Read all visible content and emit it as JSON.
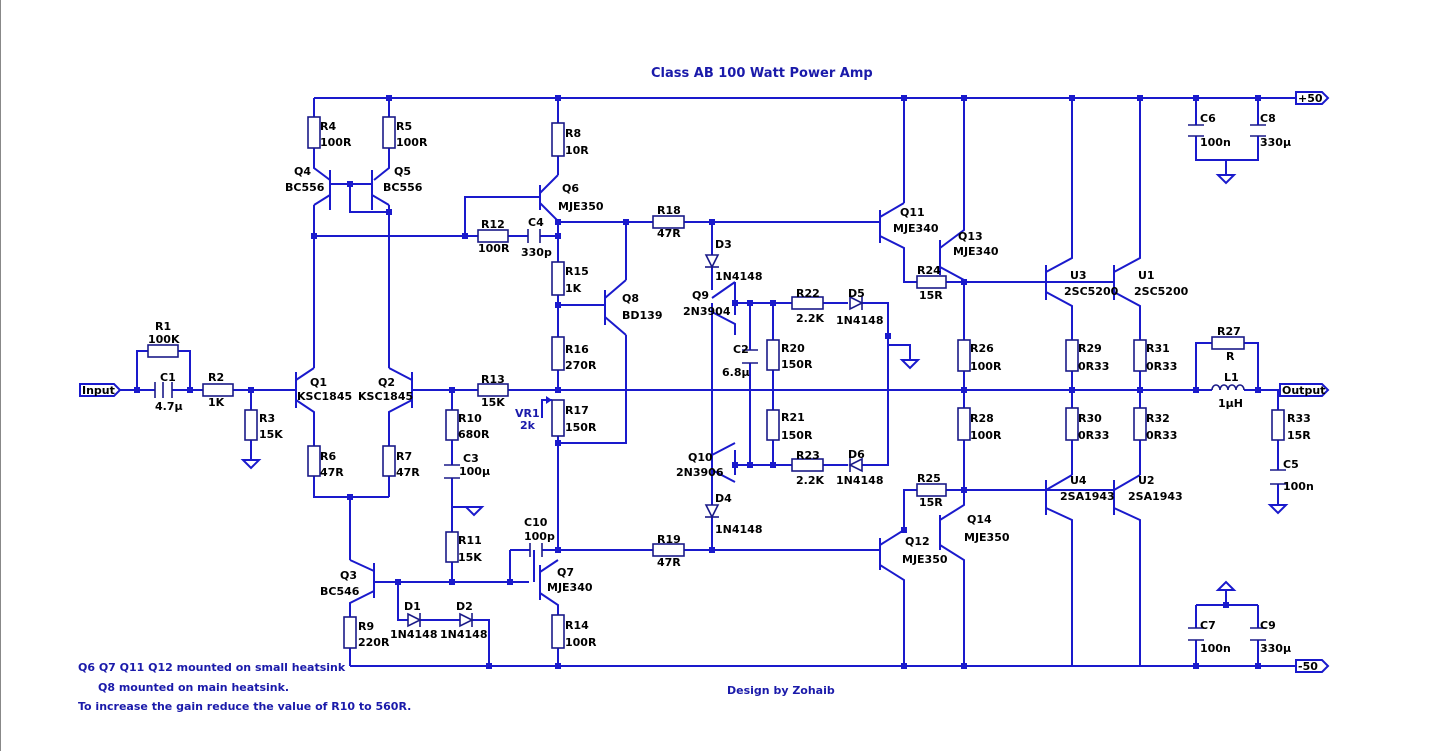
{
  "title": "Class AB 100 Watt Power Amp",
  "ports": {
    "input": "Input",
    "output": "Output",
    "pos_rail": "+50",
    "neg_rail": "-50"
  },
  "notes": [
    "Q6 Q7 Q11 Q12 mounted on small heatsink",
    "Q8 mounted on main heatsink.",
    "To increase the gain reduce the value of R10  to 560R."
  ],
  "credit": "Design by Zohaib",
  "colors": {
    "wire": "#1a1acc",
    "component": "#1a1a88",
    "label": "#000000",
    "annotation": "#1a1aaa"
  },
  "components": {
    "R1": "R1",
    "R1_val": "100K",
    "C1": "C1",
    "C1_val": "4.7µ",
    "R2": "R2",
    "R2_val": "1K",
    "R3": "R3",
    "R3_val": "15K",
    "R4": "R4",
    "R4_val": "100R",
    "R5": "R5",
    "R5_val": "100R",
    "Q4": "Q4",
    "Q4_val": "BC556",
    "Q5": "Q5",
    "Q5_val": "BC556",
    "Q1": "Q1",
    "Q1_val": "KSC1845",
    "Q2": "Q2",
    "Q2_val": "KSC1845",
    "R6": "R6",
    "R6_val": "47R",
    "R7": "R7",
    "R7_val": "47R",
    "R8": "R8",
    "R8_val": "10R",
    "Q6": "Q6",
    "Q6_val": "MJE350",
    "R12": "R12",
    "R12_val": "100R",
    "C4": "C4",
    "C4_val": "330p",
    "R15": "R15",
    "R15_val": "1K",
    "Q8": "Q8",
    "Q8_val": "BD139",
    "R16": "R16",
    "R16_val": "270R",
    "R13": "R13",
    "R13_val": "15K",
    "VR1": "VR1",
    "VR1_val": "2k",
    "R17": "R17",
    "R17_val": "150R",
    "R10": "R10",
    "R10_val": "680R",
    "C3": "C3",
    "C3_val": "100µ",
    "R11": "R11",
    "R11_val": "15K",
    "C10": "C10",
    "C10_val": "100p",
    "Q7": "Q7",
    "Q7_val": "MJE340",
    "Q3": "Q3",
    "Q3_val": "BC546",
    "R9": "R9",
    "R9_val": "220R",
    "D1": "D1",
    "D1_val": "1N4148",
    "D2": "D2",
    "D2_val": "1N4148",
    "R14": "R14",
    "R14_val": "100R",
    "R18": "R18",
    "R18_val": "47R",
    "R19": "R19",
    "R19_val": "47R",
    "D3": "D3",
    "D3_val": "1N4148",
    "D4": "D4",
    "D4_val": "1N4148",
    "Q9": "Q9",
    "Q9_val": "2N3904",
    "Q10": "Q10",
    "Q10_val": "2N3906",
    "C2": "C2",
    "C2_val": "6.8µ",
    "R20": "R20",
    "R20_val": "150R",
    "R21": "R21",
    "R21_val": "150R",
    "R22": "R22",
    "R22_val": "2.2K",
    "R23": "R23",
    "R23_val": "2.2K",
    "D5": "D5",
    "D5_val": "1N4148",
    "D6": "D6",
    "D6_val": "1N4148",
    "Q11": "Q11",
    "Q11_val": "MJE340",
    "Q12": "Q12",
    "Q12_val": "MJE350",
    "Q13": "Q13",
    "Q13_val": "MJE340",
    "Q14": "Q14",
    "Q14_val": "MJE350",
    "R24": "R24",
    "R24_val": "15R",
    "R25": "R25",
    "R25_val": "15R",
    "R26": "R26",
    "R26_val": "100R",
    "R28": "R28",
    "R28_val": "100R",
    "U3": "U3",
    "U3_val": "2SC5200",
    "U1": "U1",
    "U1_val": "2SC5200",
    "U4": "U4",
    "U4_val": "2SA1943",
    "U2": "U2",
    "U2_val": "2SA1943",
    "R29": "R29",
    "R29_val": "0R33",
    "R30": "R30",
    "R30_val": "0R33",
    "R31": "R31",
    "R31_val": "0R33",
    "R32": "R32",
    "R32_val": "0R33",
    "R27": "R27",
    "R27_val": "R",
    "L1": "L1",
    "L1_val": "1µH",
    "R33": "R33",
    "R33_val": "15R",
    "C5": "C5",
    "C5_val": "100n",
    "C6": "C6",
    "C6_val": "100n",
    "C7": "C7",
    "C7_val": "100n",
    "C8": "C8",
    "C8_val": "330µ",
    "C9": "C9",
    "C9_val": "330µ"
  }
}
